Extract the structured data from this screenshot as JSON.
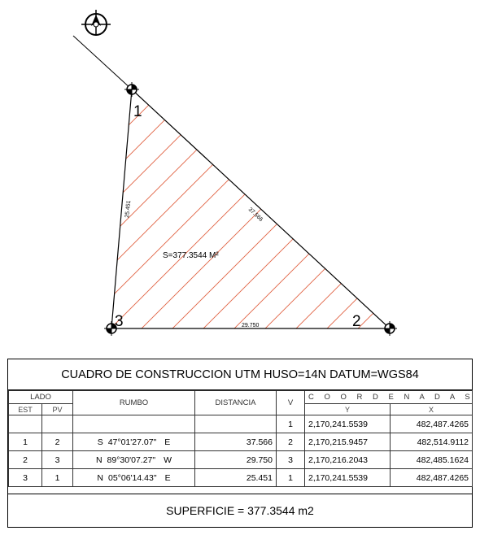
{
  "plan": {
    "vertices": [
      {
        "label": "1"
      },
      {
        "label": "2"
      },
      {
        "label": "3"
      }
    ],
    "side_labels": {
      "side_1_2": "37.566",
      "side_2_3": "29.750",
      "side_3_1": "25.451"
    },
    "area_label": "S=377.3544 M²",
    "north_icon": "north-arrow-icon"
  },
  "table": {
    "title": "CUADRO DE CONSTRUCCION UTM HUSO=14N  DATUM=WGS84",
    "headers": {
      "lado": "LADO",
      "est": "EST",
      "pv": "PV",
      "rumbo": "RUMBO",
      "distancia": "DISTANCIA",
      "v": "V",
      "coordenadas": "C O O R D E N A D A S",
      "y": "Y",
      "x": "X"
    },
    "rows": [
      {
        "est": "",
        "pv": "",
        "rumbo_dir1": "",
        "rumbo_angle": "",
        "rumbo_dir2": "",
        "distancia": "",
        "v": "1",
        "y": "2,170,241.5539",
        "x": "482,487.4265"
      },
      {
        "est": "1",
        "pv": "2",
        "rumbo_dir1": "S",
        "rumbo_angle": "47°01'27.07\"",
        "rumbo_dir2": "E",
        "distancia": "37.566",
        "v": "2",
        "y": "2,170,215.9457",
        "x": "482,514.9112"
      },
      {
        "est": "2",
        "pv": "3",
        "rumbo_dir1": "N",
        "rumbo_angle": "89°30'07.27\"",
        "rumbo_dir2": "W",
        "distancia": "29.750",
        "v": "3",
        "y": "2,170,216.2043",
        "x": "482,485.1624"
      },
      {
        "est": "3",
        "pv": "1",
        "rumbo_dir1": "N",
        "rumbo_angle": "05°06'14.43\"",
        "rumbo_dir2": "E",
        "distancia": "25.451",
        "v": "1",
        "y": "2,170,241.5539",
        "x": "482,487.4265"
      }
    ],
    "surface": "SUPERFICIE = 377.3544 m2"
  },
  "colors": {
    "hatch": "#e06040",
    "line": "#000000"
  }
}
